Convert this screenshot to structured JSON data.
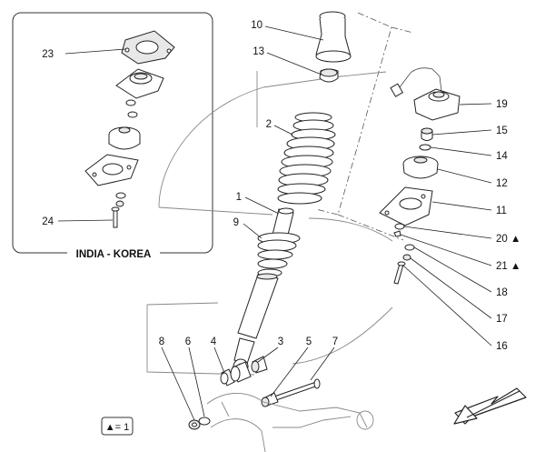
{
  "inset": {
    "title": "INDIA - KOREA",
    "callouts": [
      "23",
      "24"
    ]
  },
  "callouts": {
    "c1": "1",
    "c2": "2",
    "c3": "3",
    "c4": "4",
    "c5": "5",
    "c6": "6",
    "c7": "7",
    "c8": "8",
    "c9": "9",
    "c10": "10",
    "c11": "11",
    "c12": "12",
    "c13": "13",
    "c14": "14",
    "c15": "15",
    "c16": "16",
    "c17": "17",
    "c18": "18",
    "c19": "19",
    "c20": "20 ▲",
    "c21": "21 ▲"
  },
  "legend": {
    "text": "▲= 1"
  },
  "icons": {
    "direction_arrow": "front-direction-arrow-icon",
    "legend_marker": "triangle-icon"
  },
  "colors": {
    "line": "#222222",
    "background": "#ffffff",
    "shade": "#e8e8e8"
  }
}
